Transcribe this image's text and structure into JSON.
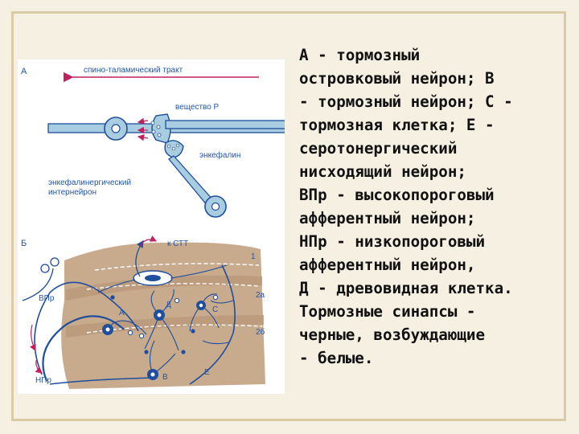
{
  "figure": {
    "panel_a": {
      "letter": "А",
      "tract_label": "спино-таламический тракт",
      "substance_p_label": "вещество Р",
      "enkephalin_label": "энкефалин",
      "interneuron_label_line1": "энкефалинергический",
      "interneuron_label_line2": "интернейрон"
    },
    "panel_b": {
      "letter": "Б",
      "stt_label": "к СТТ",
      "layer_1": "1",
      "layer_2a": "2а",
      "layer_2b": "2б",
      "vpr_label": "ВПр",
      "npr_label": "НПр",
      "cell_a": "А",
      "cell_d": "Д",
      "cell_c": "С",
      "cell_b": "В",
      "cell_e": "Е"
    },
    "colors": {
      "neuron_fill": "#a9cde0",
      "neuron_stroke": "#1e4e9c",
      "tract_arrow": "#c02060",
      "tissue": "#c8ab8d",
      "tissue_bands": "#b99878",
      "label_blue": "#1f56b3"
    }
  },
  "caption": {
    "line_1": "А - тормозный",
    "line_2": "островковый нейрон; В",
    "line_3": "- тормозный нейрон; С -",
    "line_4": "тормозная клетка; Е -",
    "line_5": "серотонергический",
    "line_6": "нисходящий нейрон;",
    "line_7": "ВПр - высокопороговый",
    "line_8": "афферентный нейрон;",
    "line_9": "НПр - низкопороговый",
    "line_10": "афферентный нейрон,",
    "line_11": "Д - древовидная клетка.",
    "line_12": "Тормозные синапсы -",
    "line_13": "черные, возбуждающие",
    "line_14": "- белые."
  }
}
